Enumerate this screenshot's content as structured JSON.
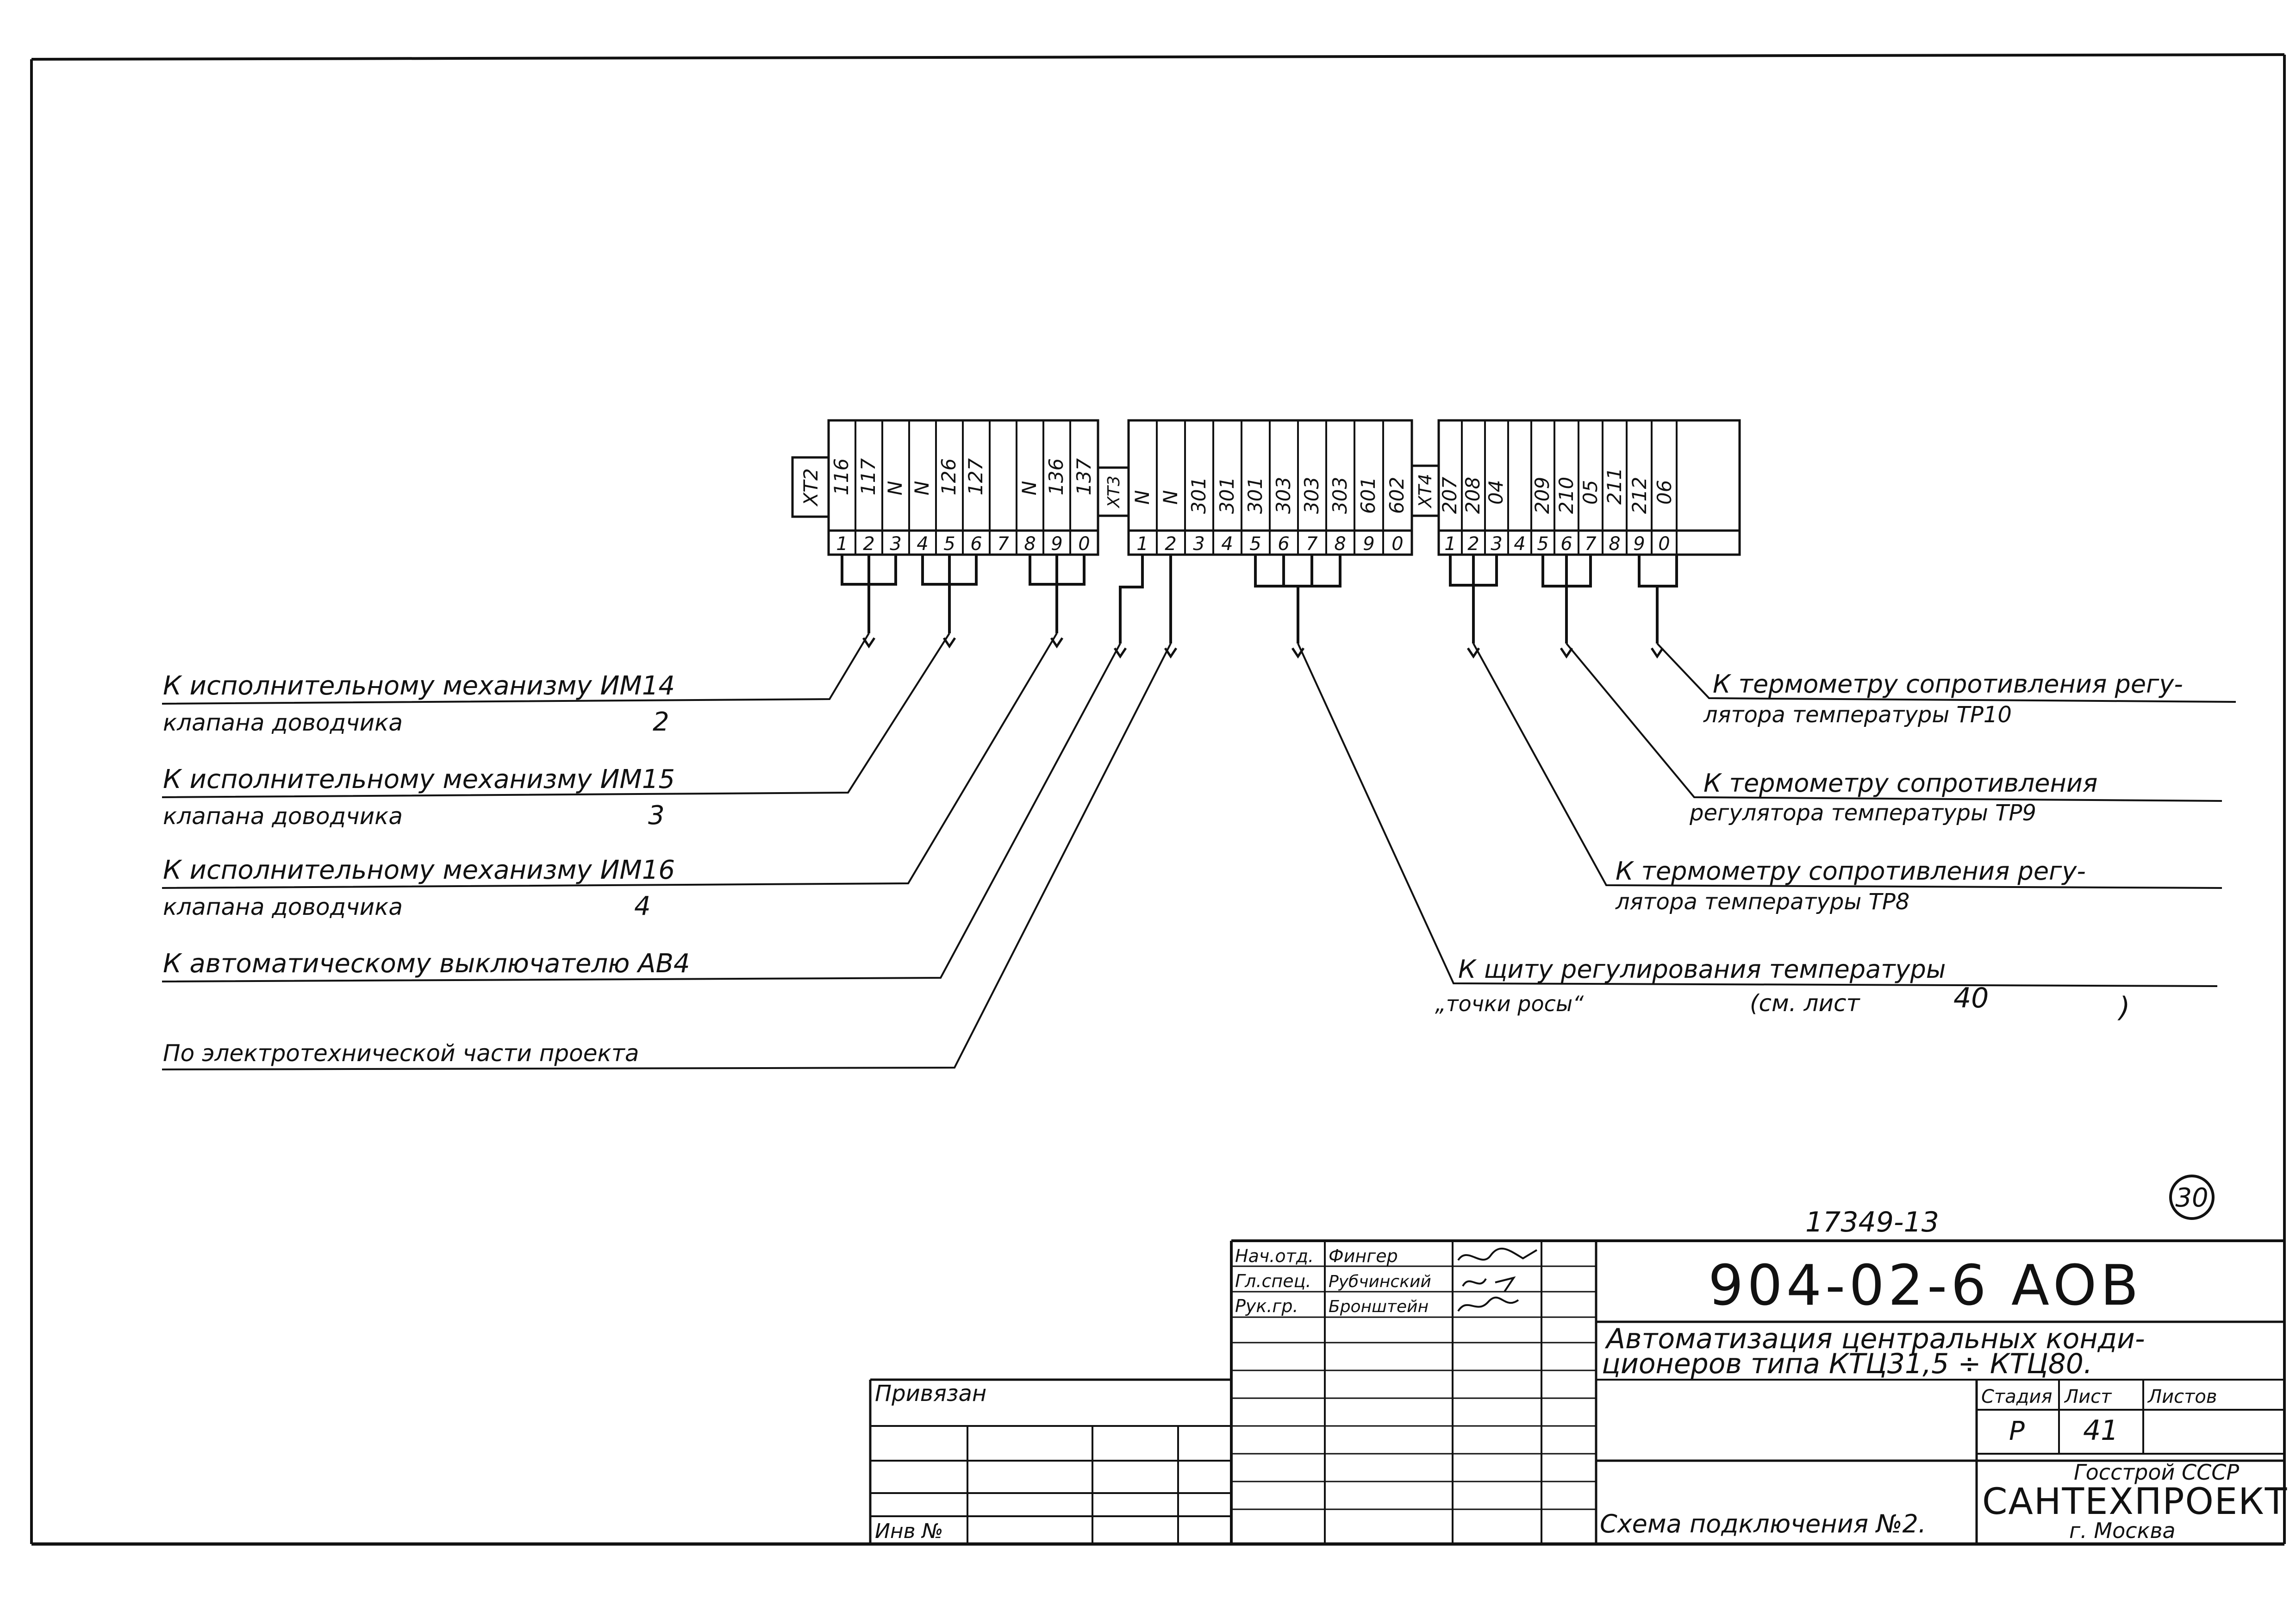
{
  "colors": {
    "ink": "#111111",
    "paper": "#ffffff"
  },
  "terminal_blocks": [
    {
      "label": "XT2",
      "wires": [
        "116",
        "117",
        "N",
        "N",
        "126",
        "127",
        "",
        "N",
        "136",
        "137"
      ],
      "terminals": [
        "1",
        "2",
        "3",
        "4",
        "5",
        "6",
        "7",
        "8",
        "9",
        "0"
      ]
    },
    {
      "label": "XT3",
      "wires": [
        "N",
        "N",
        "301",
        "301",
        "301",
        "303",
        "303",
        "303",
        "601",
        "602"
      ],
      "terminals": [
        "1",
        "2",
        "3",
        "4",
        "5",
        "6",
        "7",
        "8",
        "9",
        "0"
      ]
    },
    {
      "label": "XT4",
      "wires": [
        "207",
        "208",
        "04",
        "",
        "209",
        "210",
        "05",
        "211",
        "212",
        "06"
      ],
      "terminals": [
        "1",
        "2",
        "3",
        "4",
        "5",
        "6",
        "7",
        "8",
        "9",
        "0"
      ]
    }
  ],
  "callouts_left": [
    {
      "line1": "К исполнительному механизму ИМ14",
      "line2a": "клапана доводчика",
      "line2b": "2"
    },
    {
      "line1": "К исполнительному механизму ИМ15",
      "line2a": "клапана доводчика",
      "line2b": "3"
    },
    {
      "line1": "К исполнительному механизму ИМ16",
      "line2a": "клапана доводчика",
      "line2b": "4"
    },
    {
      "line1": "К автоматическому выключателю АВ4"
    },
    {
      "line1": "По электротехнической части проекта"
    }
  ],
  "callouts_right": [
    {
      "line1": "К термометру сопротивления регу-",
      "line2": "лятора температуры ТР10"
    },
    {
      "line1": "К термометру сопротивления",
      "line2": "регулятора температуры ТР9"
    },
    {
      "line1": "К термометру сопротивления регу-",
      "line2": "лятора температуры ТР8"
    },
    {
      "line1": "К щиту регулирования температуры",
      "line2a": "„точки росы“",
      "line2b": "(см. лист",
      "line2c": "40",
      "line2d": ")"
    }
  ],
  "sheet_badge": "30",
  "stamp": {
    "doc_number": "17349-13",
    "code": "904-02-6 АОВ",
    "title_line1": "Автоматизация центральных конди-",
    "title_line2": "ционеров типа КТЦ31,5 ÷ КТЦ80.",
    "roles": [
      {
        "role": "Нач.отд.",
        "name": "Фингер"
      },
      {
        "role": "Гл.спец.",
        "name": "Рубчинский"
      },
      {
        "role": "Рук.гр.",
        "name": "Бронштейн"
      }
    ],
    "stage_header": "Стадия",
    "sheet_header": "Лист",
    "sheets_header": "Листов",
    "stage": "Р",
    "sheet": "41",
    "sheets": "",
    "drawing_title": "Схема подключения №2.",
    "org_line1": "Госстрой СССР",
    "org_name": "САНТЕХПРОЕКТ",
    "org_city": "г. Москва",
    "binding_label": "Привязан",
    "inv_label": "Инв №"
  }
}
